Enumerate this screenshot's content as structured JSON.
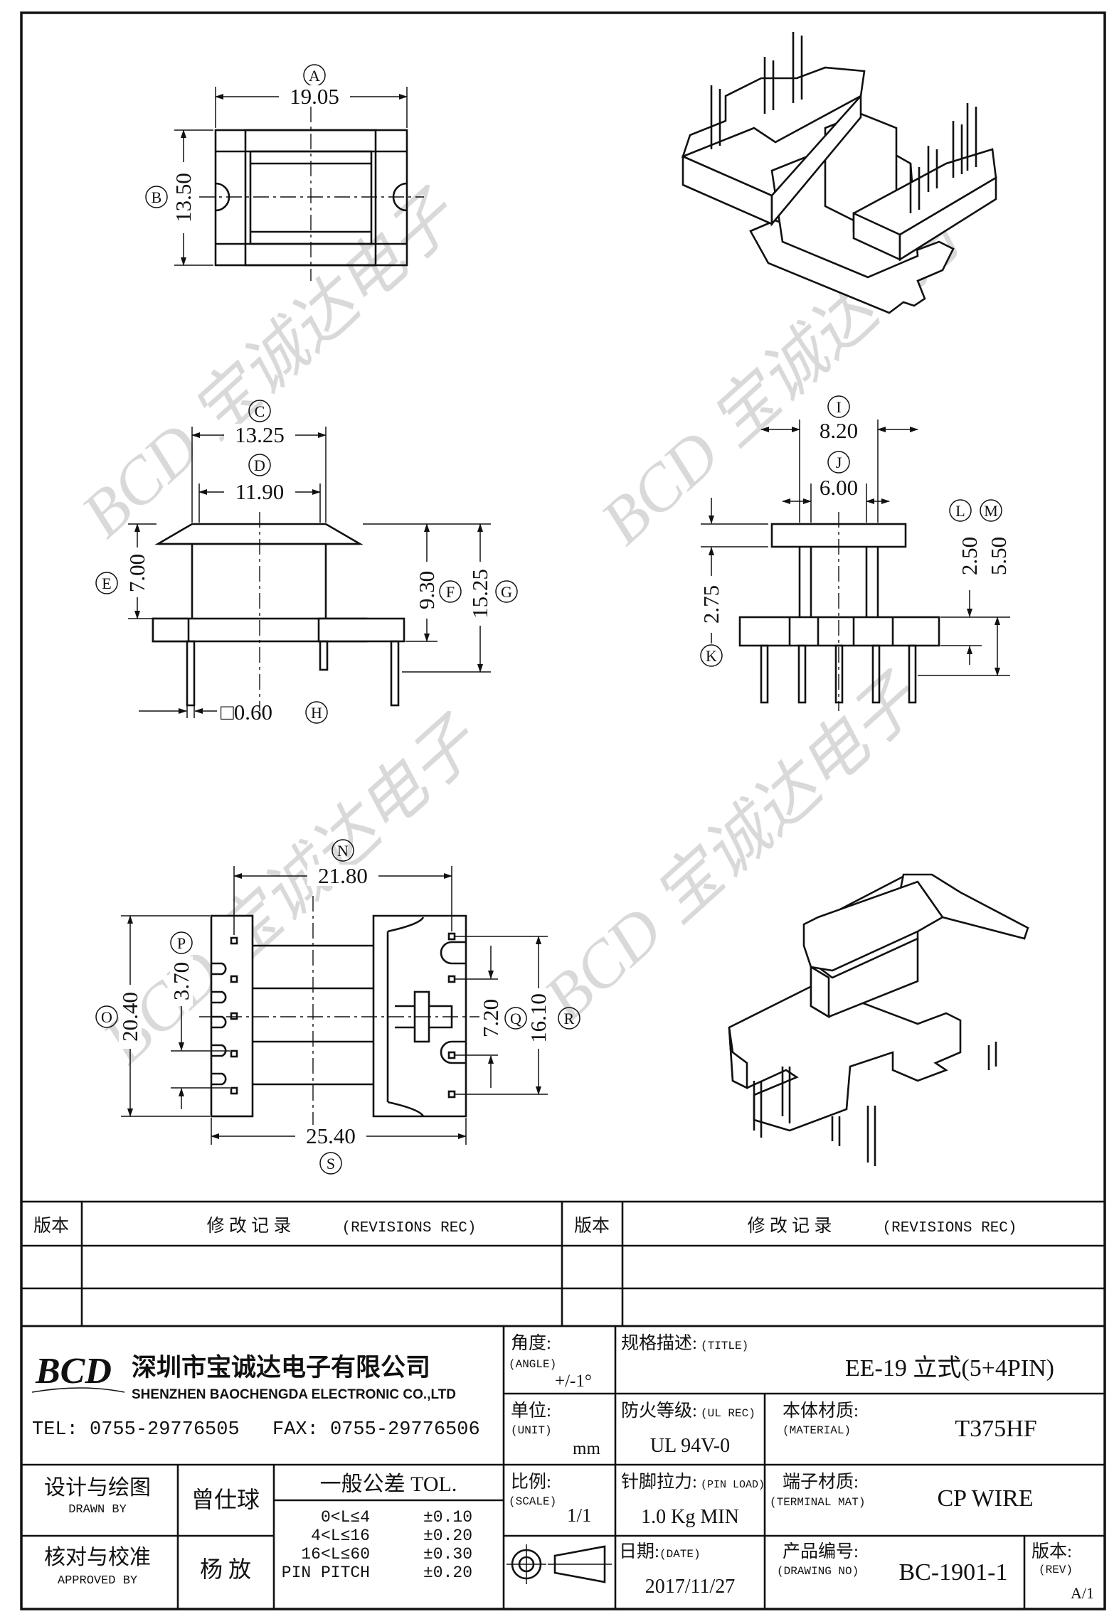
{
  "dimensions": {
    "A": {
      "letter": "A",
      "value": "19.05"
    },
    "B": {
      "letter": "B",
      "value": "13.50"
    },
    "C": {
      "letter": "C",
      "value": "13.25"
    },
    "D": {
      "letter": "D",
      "value": "11.90"
    },
    "E": {
      "letter": "E",
      "value": "7.00"
    },
    "F": {
      "letter": "F",
      "value": "9.30"
    },
    "G": {
      "letter": "G",
      "value": "15.25"
    },
    "H": {
      "letter": "H",
      "value": "□0.60"
    },
    "I": {
      "letter": "I",
      "value": "8.20"
    },
    "J": {
      "letter": "J",
      "value": "6.00"
    },
    "K": {
      "letter": "K",
      "value": "2.75"
    },
    "L": {
      "letter": "L",
      "value": "2.50"
    },
    "M": {
      "letter": "M",
      "value": "5.50"
    },
    "N": {
      "letter": "N",
      "value": "21.80"
    },
    "O": {
      "letter": "O",
      "value": "20.40"
    },
    "P": {
      "letter": "P",
      "value": "3.70"
    },
    "Q": {
      "letter": "Q",
      "value": "7.20"
    },
    "R": {
      "letter": "R",
      "value": "16.10"
    },
    "S": {
      "letter": "S",
      "value": "25.40"
    }
  },
  "watermark": "BCD 宝诚达电子",
  "revisions": {
    "version_label": "版本",
    "record_label": "修 改 记 录",
    "record_label_en": "(REVISIONS REC)"
  },
  "company": {
    "logo": "BCD",
    "name_cn": "深圳市宝诚达电子有限公司",
    "name_en": "SHENZHEN BAOCHENGDA ELECTRONIC CO.,LTD",
    "tel": "TEL: 0755-29776505",
    "fax": "FAX: 0755-29776506"
  },
  "title_block": {
    "angle_label": "角度:",
    "angle_label_en": "(ANGLE)",
    "angle_value": "+/-1°",
    "title_label": "规格描述:",
    "title_label_en": "(TITLE)",
    "title_value": "EE-19 立式(5+4PIN)",
    "unit_label": "单位:",
    "unit_label_en": "(UNIT)",
    "unit_value": "mm",
    "ul_label": "防火等级:",
    "ul_label_en": "(UL REC)",
    "ul_value": "UL 94V-0",
    "material_label": "本体材质:",
    "material_label_en": "(MATERIAL)",
    "material_value": "T375HF",
    "drawn_label": "设计与绘图",
    "drawn_label_en": "DRAWN BY",
    "drawn_value": "曾仕球",
    "tol_label": "一般公差 TOL.",
    "tol_rows": [
      {
        "range": "0<L≤4",
        "tol": "±0.10"
      },
      {
        "range": "4<L≤16",
        "tol": "±0.20"
      },
      {
        "range": "16<L≤60",
        "tol": "±0.30"
      },
      {
        "range": "PIN PITCH",
        "tol": "±0.20"
      }
    ],
    "scale_label": "比例:",
    "scale_label_en": "(SCALE)",
    "scale_value": "1/1",
    "pin_load_label": "针脚拉力:",
    "pin_load_label_en": "(PIN LOAD)",
    "pin_load_value": "1.0 Kg MIN",
    "terminal_label": "端子材质:",
    "terminal_label_en": "(TERMINAL MAT)",
    "terminal_value": "CP WIRE",
    "approved_label": "核对与校准",
    "approved_label_en": "APPROVED BY",
    "approved_value": "杨  放",
    "date_label": "日期:",
    "date_label_en": "(DATE)",
    "date_value": "2017/11/27",
    "drawing_no_label": "产品编号:",
    "drawing_no_label_en": "(DRAWING NO)",
    "drawing_no_value": "BC-1901-1",
    "rev_label": "版本:",
    "rev_label_en": "(REV)",
    "rev_value": "A/1"
  }
}
